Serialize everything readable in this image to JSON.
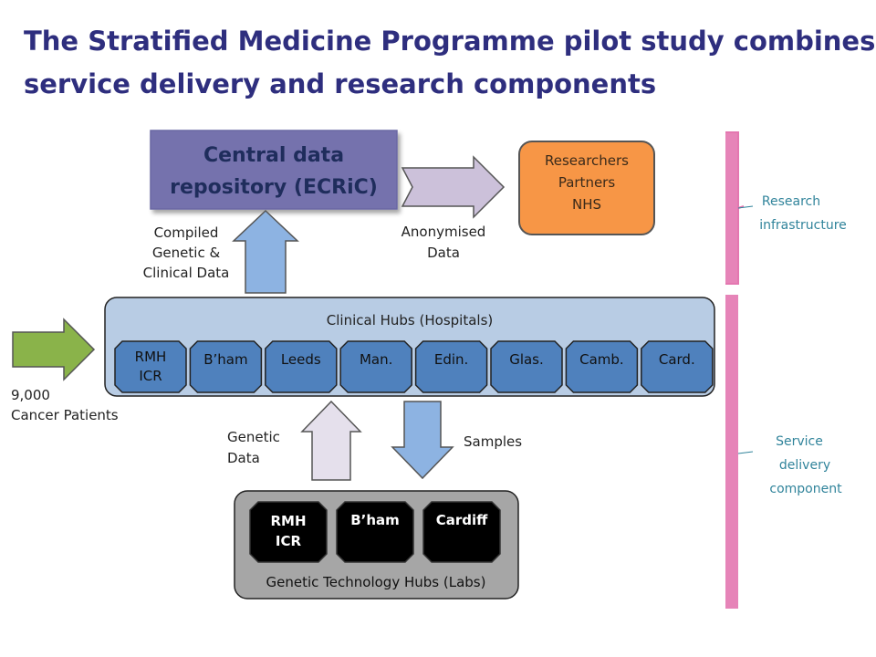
{
  "title": {
    "line1": "The Stratified Medicine Programme pilot study combines",
    "line2": "service delivery and research components"
  },
  "repository": {
    "line1": "Central data",
    "line2": "repository (ECRiC)"
  },
  "researchers": {
    "line1": "Researchers",
    "line2": "Partners",
    "line3": "NHS"
  },
  "labels": {
    "compiled": [
      "Compiled",
      "Genetic &",
      "Clinical Data"
    ],
    "anonymised": [
      "Anonymised",
      "Data"
    ],
    "patients": [
      "9,000",
      "Cancer Patients"
    ],
    "genetic_data": [
      "Genetic",
      "Data"
    ],
    "samples": "Samples"
  },
  "clinical_hubs": {
    "title": "Clinical Hubs (Hospitals)",
    "hubs": [
      [
        "RMH",
        "ICR"
      ],
      [
        "B’ham"
      ],
      [
        "Leeds"
      ],
      [
        "Man."
      ],
      [
        "Edin."
      ],
      [
        "Glas."
      ],
      [
        "Camb."
      ],
      [
        "Card."
      ]
    ]
  },
  "genetic_hubs": {
    "title": "Genetic Technology Hubs (Labs)",
    "labs": [
      [
        "RMH",
        "ICR"
      ],
      [
        "B’ham"
      ],
      [
        "Cardiff"
      ]
    ]
  },
  "side": {
    "research": [
      "Research",
      "infrastructure"
    ],
    "service": [
      "Service",
      "delivery",
      "component"
    ]
  },
  "colors": {
    "title": "#2e2e7e",
    "repository_fill": "#7472ad",
    "researchers_fill": "#f79646",
    "clinical_panel": "#b8cce4",
    "hub_fill": "#4f81bd",
    "lab_panel": "#a6a6a6",
    "lab_fill": "#000000",
    "bracket": "#e377b0",
    "side_text": "#31849b",
    "arrow_green": "#8ab34a",
    "arrow_blue": "#8db3e2",
    "arrow_lilac": "#ccc1da",
    "arrow_pale": "#e5e0ec"
  }
}
